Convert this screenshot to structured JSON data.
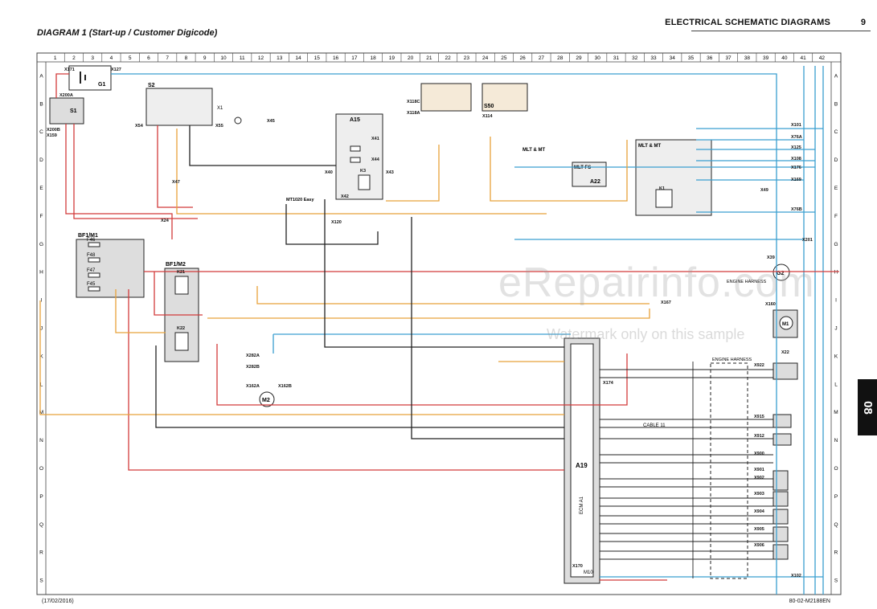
{
  "header": {
    "section_title": "ELECTRICAL SCHEMATIC DIAGRAMS",
    "page_number": "9",
    "diagram_title": "DIAGRAM 1 (Start-up / Customer Digicode)"
  },
  "footer": {
    "date": "(17/02/2016)",
    "ref": "80-02-M2188EN"
  },
  "side_tab": "08",
  "watermark": {
    "main": "eRepairinfo.com",
    "sub": "Watermark only on this sample"
  },
  "grid": {
    "columns": [
      "1",
      "2",
      "3",
      "4",
      "5",
      "6",
      "7",
      "8",
      "9",
      "10",
      "11",
      "12",
      "13",
      "14",
      "15",
      "16",
      "17",
      "18",
      "19",
      "20",
      "21",
      "22",
      "23",
      "24",
      "25",
      "26",
      "27",
      "28",
      "29",
      "30",
      "31",
      "32",
      "33",
      "34",
      "35",
      "36",
      "37",
      "38",
      "39",
      "40",
      "41",
      "42"
    ],
    "rows": [
      "A",
      "B",
      "C",
      "D",
      "E",
      "F",
      "G",
      "H",
      "I",
      "J",
      "K",
      "L",
      "M",
      "N",
      "O",
      "P",
      "Q",
      "R",
      "S"
    ]
  },
  "components": [
    {
      "id": "g1",
      "label": "G1"
    },
    {
      "id": "s1",
      "label": "S1"
    },
    {
      "id": "s2",
      "label": "S2"
    },
    {
      "id": "a15",
      "label": "A15"
    },
    {
      "id": "a22",
      "label": "A22"
    },
    {
      "id": "s50",
      "label": "S50"
    },
    {
      "id": "bf1m1",
      "label": "BF1/M1"
    },
    {
      "id": "bf1m2",
      "label": "BF1/M2"
    },
    {
      "id": "m2",
      "label": "M2"
    },
    {
      "id": "a19",
      "label": "A19"
    },
    {
      "id": "mlt",
      "label": "MLT & MT"
    },
    {
      "id": "g2",
      "label": "G2"
    },
    {
      "id": "m1",
      "label": "M1"
    }
  ],
  "connectors": [
    "X171",
    "X127",
    "X200A",
    "X200B",
    "X159",
    "X54",
    "X55",
    "X45",
    "X47",
    "X24",
    "X41",
    "X44",
    "X40",
    "X42",
    "X43",
    "X120",
    "X118C",
    "X118A",
    "X114",
    "X101",
    "X76A",
    "X125",
    "X108",
    "X176",
    "X169",
    "X49",
    "X76B",
    "X201",
    "X167",
    "X160",
    "X22",
    "X922",
    "X915",
    "X912",
    "X900",
    "X901",
    "X902",
    "X903",
    "X904",
    "X905",
    "X906",
    "X102",
    "X170",
    "X174",
    "X282A",
    "X282B",
    "X162A",
    "X162B",
    "X39",
    "K1",
    "K3",
    "K21",
    "K22"
  ],
  "fuses": [
    "F46",
    "F48",
    "F47",
    "F45"
  ],
  "labels": {
    "mlt_mt_1": "MLT & MT",
    "mlt_fs": "MLT FS",
    "mlt1020": "MT1020 Easy",
    "engine_harness_1": "ENGINE HARNESS",
    "engine_harness_2": "ENGINE HARNESS",
    "cable11": "CABLE 11",
    "ecm": "ECM A1",
    "m10": "M10",
    "x1": "X1"
  }
}
